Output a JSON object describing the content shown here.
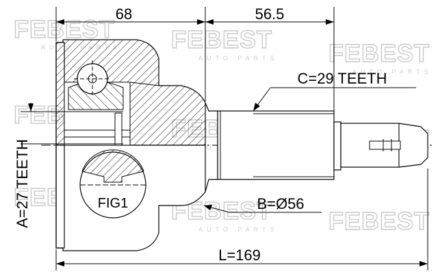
{
  "watermark": {
    "brand": "FEBEST",
    "sub": "AUTO PARTS"
  },
  "dimensions": {
    "top_left_length": "68",
    "top_right_length": "56.5",
    "overall_length": "L=169"
  },
  "callouts": {
    "outer_spline_teeth": "C=29 TEETH",
    "inner_spline_teeth": "A=27 TEETH",
    "abs_ring_diameter": "B=Ø56",
    "figure_label": "FIG1"
  }
}
